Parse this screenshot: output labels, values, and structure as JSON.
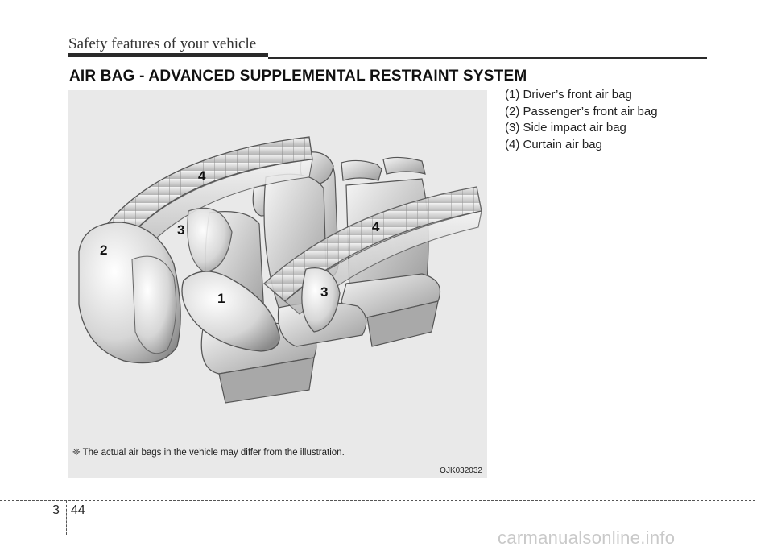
{
  "header": {
    "title": "Safety features of your vehicle"
  },
  "section": {
    "heading": "AIR BAG - ADVANCED SUPPLEMENTAL RESTRAINT SYSTEM"
  },
  "legend": {
    "items": [
      "(1) Driver’s front air bag",
      "(2) Passenger’s front air bag",
      "(3) Side impact air bag",
      "(4) Curtain air bag"
    ]
  },
  "figure": {
    "caption": "❈ The actual air bags in the vehicle may differ from the illustration.",
    "code": "OJK032032",
    "callouts": {
      "front_driver": "1",
      "front_passenger": "2",
      "side_front": "3",
      "side_rear": "3",
      "curtain_left": "4",
      "curtain_right": "4"
    }
  },
  "footer": {
    "chapter": "3",
    "page": "44",
    "watermark": "carmanualsonline.info"
  }
}
